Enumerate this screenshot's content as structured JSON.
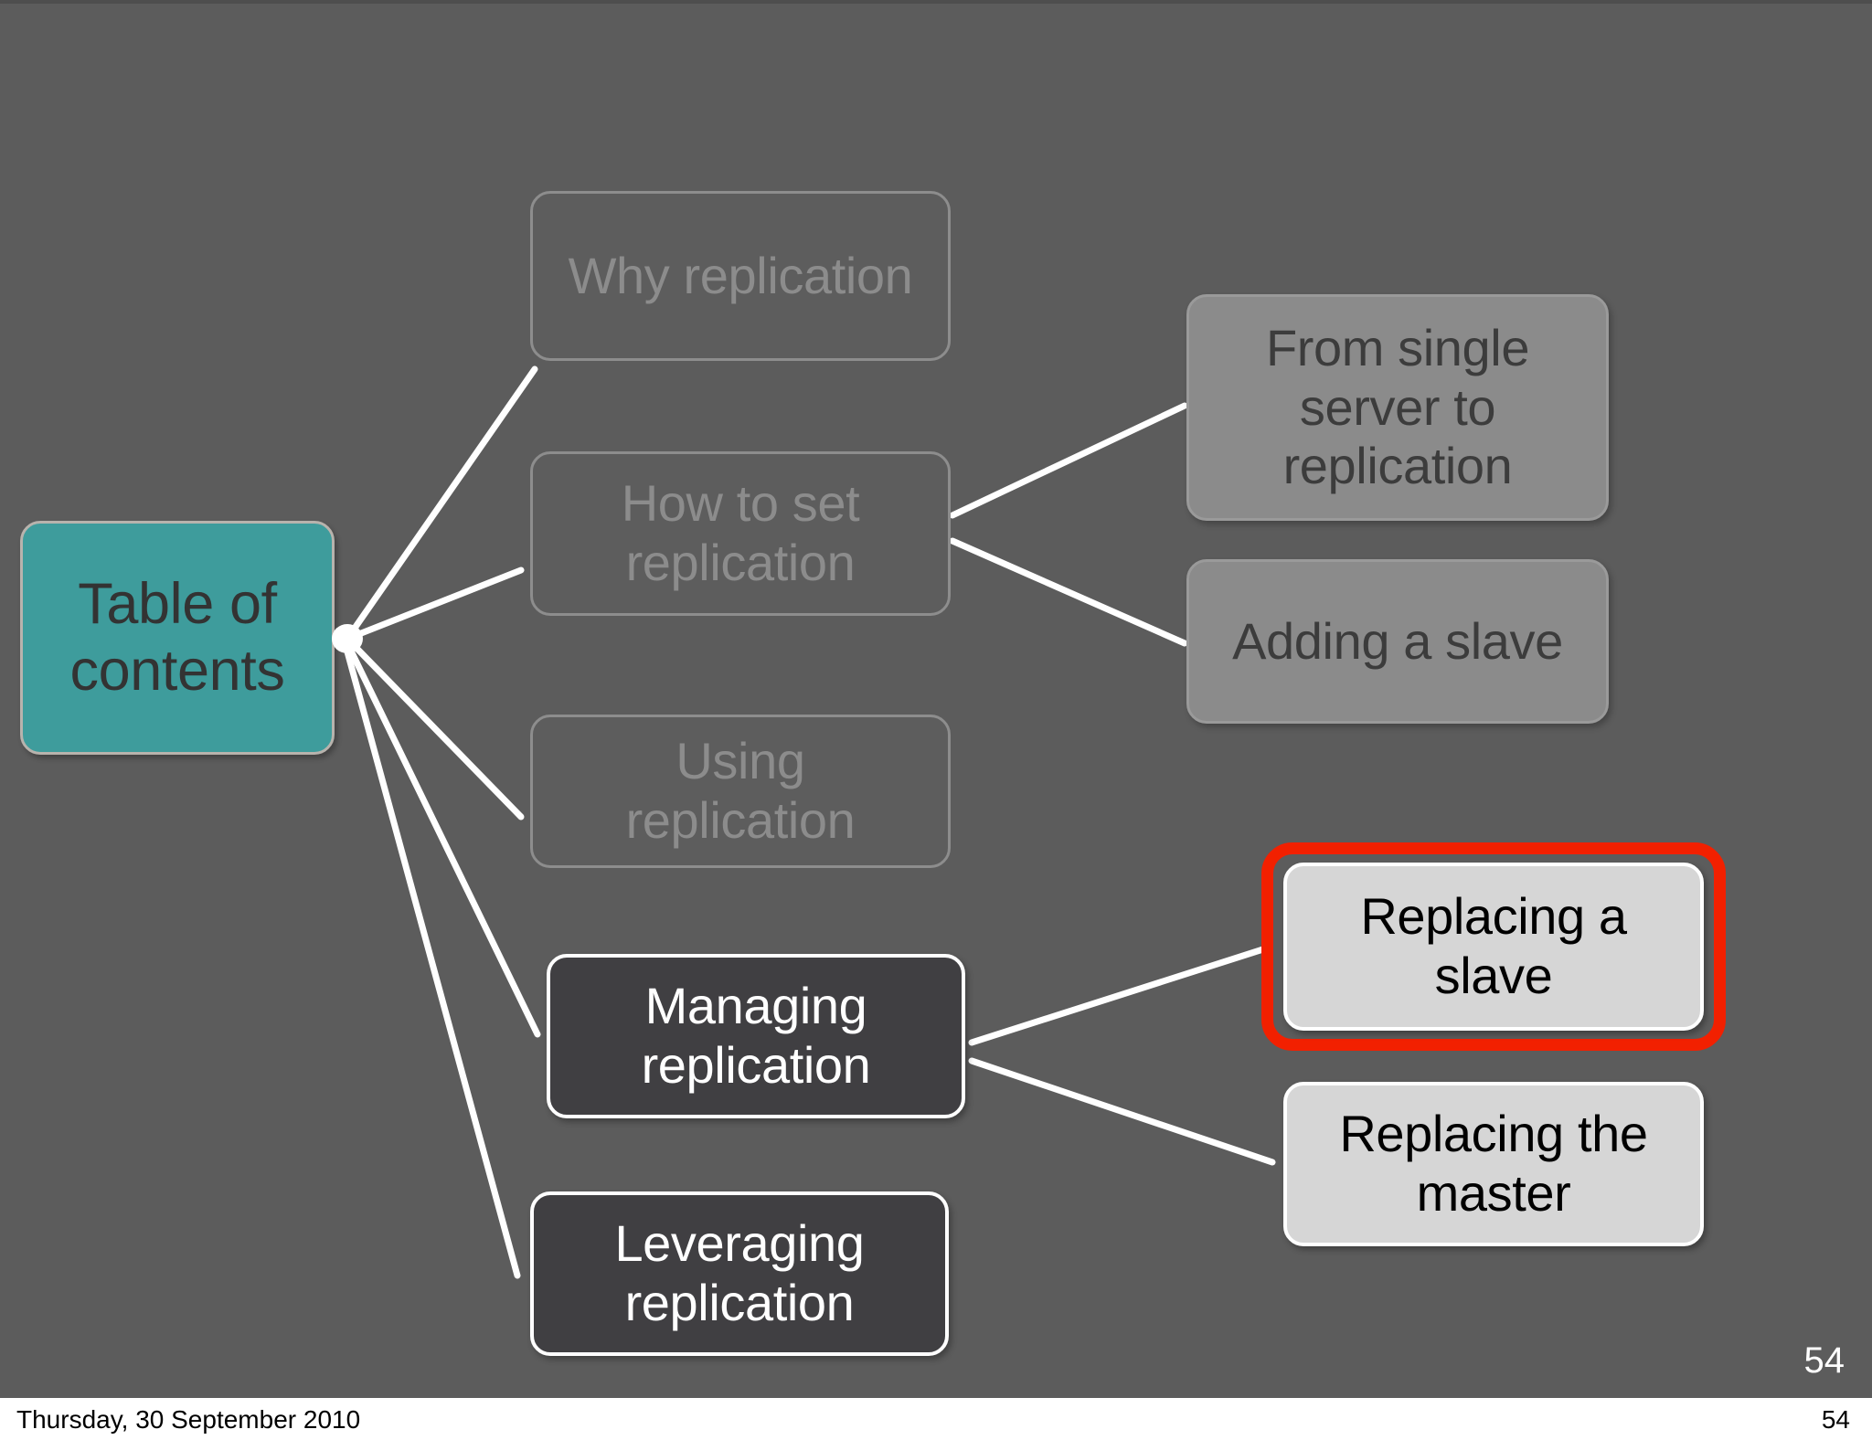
{
  "slide": {
    "background_color": "#5c5c5c",
    "page_number_in_slide": "54",
    "root": {
      "label": "Table of\ncontents",
      "color": "#3e9c9c"
    },
    "branches": [
      {
        "id": "why-replication",
        "label": "Why replication",
        "state": "dim",
        "color": "#5d5d5d"
      },
      {
        "id": "how-to-set-replication",
        "label": "How to set\nreplication",
        "state": "dim",
        "color": "#5d5d5d"
      },
      {
        "id": "using-replication",
        "label": "Using\nreplication",
        "state": "dim",
        "color": "#5d5d5d"
      },
      {
        "id": "managing-replication",
        "label": "Managing\nreplication",
        "state": "dark",
        "color": "#403f42"
      },
      {
        "id": "leveraging-replication",
        "label": "Leveraging\nreplication",
        "state": "dark",
        "color": "#403f42"
      }
    ],
    "sub_branches": [
      {
        "id": "from-single-server-to-replication",
        "parent": "how-to-set-replication",
        "label": "From single\nserver to\nreplication",
        "state": "mid",
        "color": "#8b8b8b"
      },
      {
        "id": "adding-a-slave",
        "parent": "how-to-set-replication",
        "label": "Adding a slave",
        "state": "mid",
        "color": "#8b8b8b"
      },
      {
        "id": "replacing-a-slave",
        "parent": "managing-replication",
        "label": "Replacing a\nslave",
        "state": "light",
        "color": "#d6d6d6",
        "highlight": true,
        "highlight_color": "#f22000"
      },
      {
        "id": "replacing-the-master",
        "parent": "managing-replication",
        "label": "Replacing the\nmaster",
        "state": "light",
        "color": "#d6d6d6",
        "highlight": false
      }
    ]
  },
  "footer": {
    "date": "Thursday, 30 September 2010",
    "page_number": "54"
  }
}
